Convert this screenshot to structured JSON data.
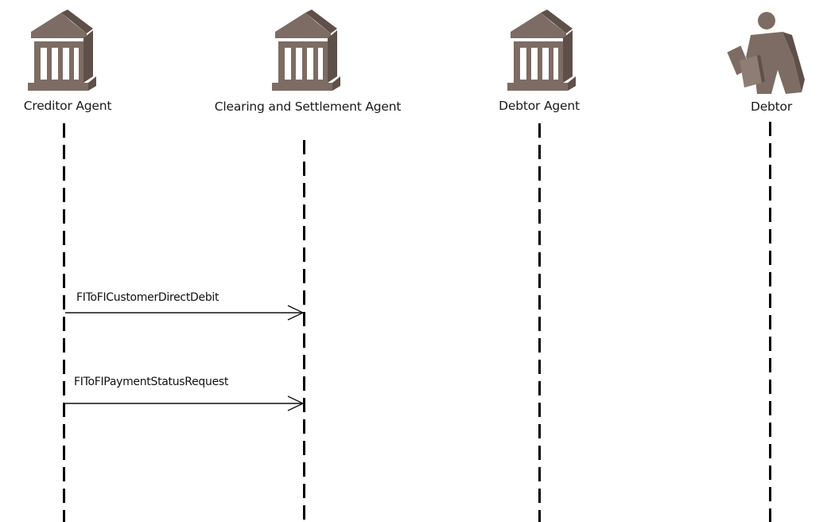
{
  "participants": [
    {
      "id": "creditor-agent",
      "label": "Creditor Agent",
      "icon": "bank-icon"
    },
    {
      "id": "clearing-and-settlement-agent",
      "label": "Clearing and Settlement Agent",
      "icon": "bank-icon"
    },
    {
      "id": "debtor-agent",
      "label": "Debtor Agent",
      "icon": "bank-icon"
    },
    {
      "id": "debtor",
      "label": "Debtor",
      "icon": "person-with-briefcase-icon"
    }
  ],
  "messages": [
    {
      "label": "FIToFICustomerDirectDebit",
      "from": "creditor-agent",
      "to": "clearing-and-settlement-agent"
    },
    {
      "label": "FIToFIPaymentStatusRequest",
      "from": "creditor-agent",
      "to": "clearing-and-settlement-agent"
    }
  ],
  "colors": {
    "icon_fill": "#7d6c63",
    "icon_light": "#ffffff",
    "lifeline": "#000000",
    "arrow": "#111111",
    "text": "#1a1a1a"
  }
}
